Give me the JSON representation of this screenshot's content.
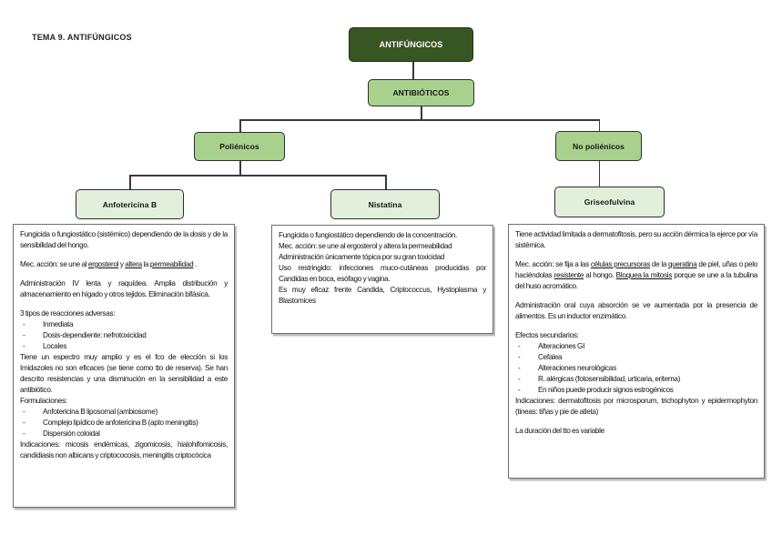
{
  "page": {
    "title": "TEMA 9. ANTIFÚNGICOS"
  },
  "colors": {
    "dark_green": "#375623",
    "medium_green": "#a9d18e",
    "light_green": "#e2efda",
    "detail_box_border": "#6e6e6e",
    "connector": "#3a3a3a"
  },
  "nodes": {
    "root": "ANTIFÚNGICOS",
    "antibioticos": "ANTIBIÓTICOS",
    "polienicos": "Poliénicos",
    "no_polienicos": "No poliénicos",
    "anfotericina": "Anfotericina B",
    "nistatina": "Nistatina",
    "griseofulvina": "Griseofulvina"
  },
  "boxes": {
    "anfotericina": {
      "blocks": [
        {
          "type": "p",
          "seg": [
            {
              "t": "Fungicida o fungiostático (sistémico) dependiendo de la dosis y de la sensibilidad del hongo."
            }
          ]
        },
        {
          "type": "p",
          "seg": [
            {
              "t": "Mec. acción: se une al "
            },
            {
              "t": "ergosterol",
              "u": true
            },
            {
              "t": " y "
            },
            {
              "t": "altera",
              "u": true
            },
            {
              "t": " la "
            },
            {
              "t": "permeabilidad",
              "u": true
            },
            {
              "t": " ."
            }
          ]
        },
        {
          "type": "p",
          "seg": [
            {
              "t": "Administración IV lenta y raquídea. Amplia distribución y almacenamiento en hígado y otros tejidos. Eliminación bifásica."
            }
          ]
        },
        {
          "type": "p",
          "seg": [
            {
              "t": "3 tipos de reacciones adversas:"
            }
          ]
        },
        {
          "type": "li",
          "seg": [
            {
              "t": "Inmediata"
            }
          ]
        },
        {
          "type": "li",
          "seg": [
            {
              "t": "Dosis-dependiente: nefrotoxicidad"
            }
          ]
        },
        {
          "type": "li",
          "seg": [
            {
              "t": "Locales"
            }
          ]
        },
        {
          "type": "p",
          "tight": true,
          "seg": [
            {
              "t": "Tiene un espectro muy amplio y es el fco de elección si los Imidazoles no son eficaces (se tiene como tto de reserva). Se han descrito resistencias y una disminución en la sensibilidad a este antibiótico."
            }
          ]
        },
        {
          "type": "p",
          "tight": true,
          "seg": [
            {
              "t": "Formulaciones:"
            }
          ]
        },
        {
          "type": "li",
          "seg": [
            {
              "t": "Anfotericina B liposomal (ambiosome)"
            }
          ]
        },
        {
          "type": "li",
          "seg": [
            {
              "t": "Complejo lipídico de anfotericina B (apto meningitis)"
            }
          ]
        },
        {
          "type": "li",
          "seg": [
            {
              "t": "Dispersión coloidal"
            }
          ]
        },
        {
          "type": "p",
          "tight": true,
          "seg": [
            {
              "t": "Indicaciones: micosis endémicas, zigomicosis, hialohifomicosis, candidiasis non albicans y criptococosis, meningitis criptocócica"
            }
          ]
        }
      ]
    },
    "nistatina": {
      "blocks": [
        {
          "type": "p",
          "seg": [
            {
              "t": "Fungicida o fungiostático dependiendo de la concentración."
            }
          ]
        },
        {
          "type": "p",
          "tight": true,
          "seg": [
            {
              "t": "Mec. acción: se une al ergosterol y altera la permeabilidad"
            }
          ]
        },
        {
          "type": "p",
          "tight": true,
          "seg": [
            {
              "t": "Administración únicamente tópica por su gran toxicidad"
            }
          ]
        },
        {
          "type": "p",
          "tight": true,
          "seg": [
            {
              "t": "Uso restringido: infecciones muco-cutáneas producidas por Candidas en boca, esófago y vagina."
            }
          ]
        },
        {
          "type": "p",
          "tight": true,
          "seg": [
            {
              "t": "Es muy eficaz frente Candida, Criptococcus, Hystoplasma y Blastomices"
            }
          ]
        }
      ]
    },
    "griseofulvina": {
      "blocks": [
        {
          "type": "p",
          "seg": [
            {
              "t": "Tiene actividad limitada a dermatofitosis, pero su acción dérmica la ejerce por vía sistémica."
            }
          ]
        },
        {
          "type": "p",
          "seg": [
            {
              "t": "Mec. acción: se fija a las "
            },
            {
              "t": "células precursoras",
              "u": true
            },
            {
              "t": " de la "
            },
            {
              "t": "queratina",
              "u": true
            },
            {
              "t": " de piel, uñas o pelo haciéndolas "
            },
            {
              "t": "resistente",
              "u": true
            },
            {
              "t": " al hongo. "
            },
            {
              "t": "Bloquea la mitosis",
              "u": true
            },
            {
              "t": " porque se une a la tubulina del huso acromático."
            }
          ]
        },
        {
          "type": "p",
          "seg": [
            {
              "t": "Administración oral cuya absorción se ve aumentada por la presencia de alimentos. Es un inductor enzimático."
            }
          ]
        },
        {
          "type": "p",
          "seg": [
            {
              "t": "Efectos secundarios:"
            }
          ]
        },
        {
          "type": "li",
          "seg": [
            {
              "t": "Alteraciones GI"
            }
          ]
        },
        {
          "type": "li",
          "seg": [
            {
              "t": "Cefalea"
            }
          ]
        },
        {
          "type": "li",
          "seg": [
            {
              "t": "Alteraciones neurológicas"
            }
          ]
        },
        {
          "type": "li",
          "seg": [
            {
              "t": "R. alérgicas (fotosensibilidad, urticaria, eritema)"
            }
          ]
        },
        {
          "type": "li",
          "seg": [
            {
              "t": "En niños puede producir signos estrogénicos"
            }
          ]
        },
        {
          "type": "p",
          "tight": true,
          "seg": [
            {
              "t": "Indicaciones: dermatofitosis por microsporum, trichophyton y epidermophyton (tineas: tiñas y pie de atleta)"
            }
          ]
        },
        {
          "type": "p",
          "seg": [
            {
              "t": "La duración del tto es variable"
            }
          ]
        }
      ]
    }
  }
}
